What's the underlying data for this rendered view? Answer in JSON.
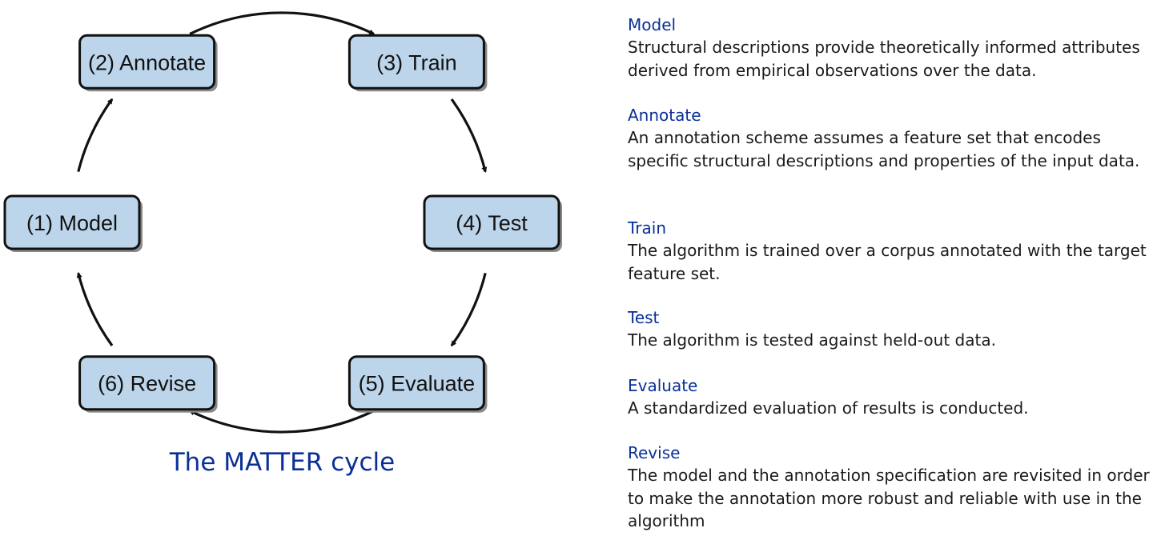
{
  "diagram": {
    "title": "The MATTER cycle",
    "nodes": [
      {
        "id": "model",
        "label": "(1) Model"
      },
      {
        "id": "annotate",
        "label": "(2) Annotate"
      },
      {
        "id": "train",
        "label": "(3) Train"
      },
      {
        "id": "test",
        "label": "(4) Test"
      },
      {
        "id": "evaluate",
        "label": "(5) Evaluate"
      },
      {
        "id": "revise",
        "label": "(6) Revise"
      }
    ],
    "edges": [
      {
        "from": "model",
        "to": "annotate"
      },
      {
        "from": "annotate",
        "to": "train"
      },
      {
        "from": "train",
        "to": "test"
      },
      {
        "from": "test",
        "to": "evaluate"
      },
      {
        "from": "evaluate",
        "to": "revise"
      },
      {
        "from": "revise",
        "to": "model"
      }
    ],
    "colors": {
      "node_fill": "#bcd5ea",
      "title": "#0a2f96"
    }
  },
  "descriptions": [
    {
      "heading": "Model",
      "text": "Structural descriptions provide theoretically informed attributes derived from empirical observations over the data."
    },
    {
      "heading": "Annotate",
      "text": "An annotation scheme assumes a feature set that encodes specific structural descriptions and properties of the input data."
    },
    {
      "heading": "Train",
      "text": "The algorithm is trained over a corpus annotated with the target feature set."
    },
    {
      "heading": "Test",
      "text": "The algorithm is tested against held-out data."
    },
    {
      "heading": "Evaluate",
      "text": "A standardized evaluation of results is conducted."
    },
    {
      "heading": "Revise",
      "text": "The model and the annotation specification are revisited in order to make the annotation more robust and reliable with use in the algorithm"
    }
  ]
}
